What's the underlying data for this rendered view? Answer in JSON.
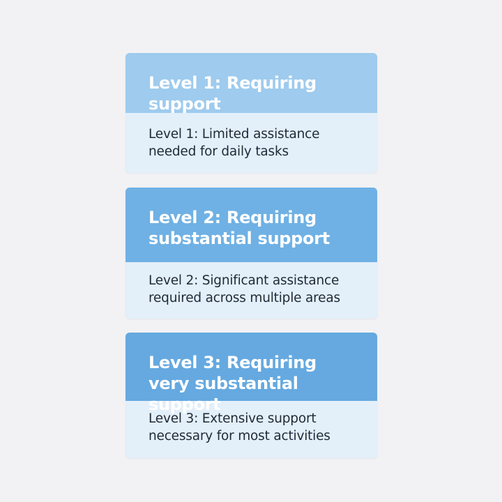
{
  "levels": [
    {
      "title": "Level 1: Requiring support",
      "description": "Level 1: Limited assistance needed for daily tasks",
      "header_color": "#9ecbee"
    },
    {
      "title": "Level 2: Requiring substantial support",
      "description": "Level 2: Significant assistance required across multiple areas",
      "header_color": "#6fb1e4"
    },
    {
      "title": "Level 3: Requiring very substantial support",
      "description": "Level 3: Extensive support necessary for most activities",
      "header_color": "#65a9e0"
    }
  ],
  "colors": {
    "page_background": "#f2f2f4",
    "card_body_background": "#e3eff9",
    "body_text": "#1f2a38",
    "header_text": "#ffffff"
  }
}
